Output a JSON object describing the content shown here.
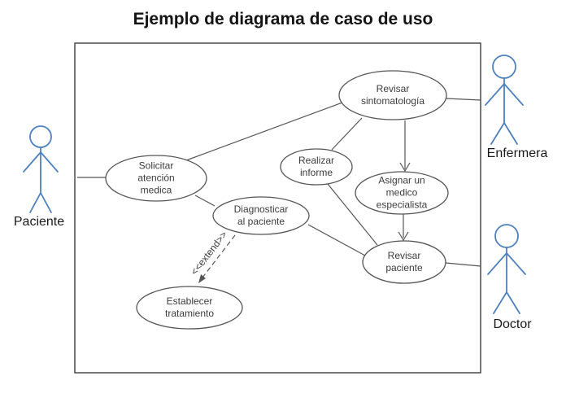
{
  "title": "Ejemplo de diagrama de caso de uso",
  "colors": {
    "actor_blue": "#4F81BD",
    "line_gray": "#555555",
    "text_dark": "#3b3b3b"
  },
  "actors": {
    "paciente": {
      "label": "Paciente"
    },
    "enfermera": {
      "label": "Enfermera"
    },
    "doctor": {
      "label": "Doctor"
    }
  },
  "use_cases": {
    "revisar_sintomatologia": {
      "label": "Revisar\nsintomatología"
    },
    "solicitar_atencion": {
      "label": "Solicitar\natención\nmedica"
    },
    "realizar_informe": {
      "label": "Realizar\ninforme"
    },
    "asignar_especialista": {
      "label": "Asignar un\nmedico\nespecialista"
    },
    "diagnosticar_paciente": {
      "label": "Diagnosticar\nal paciente"
    },
    "revisar_paciente": {
      "label": "Revisar\npaciente"
    },
    "establecer_tratamiento": {
      "label": "Establecer\ntratamiento"
    }
  },
  "relations": {
    "extend_label": "<<extend>>"
  }
}
